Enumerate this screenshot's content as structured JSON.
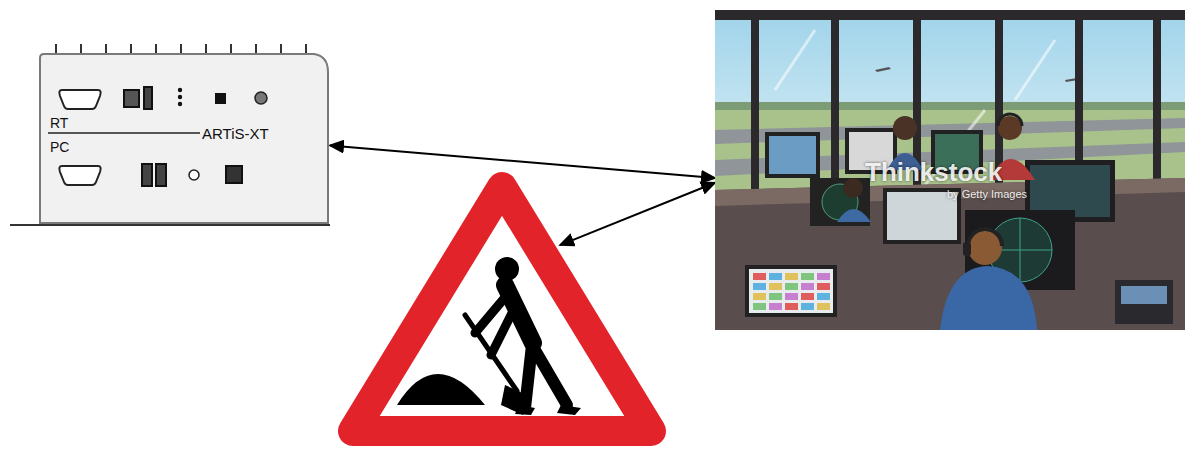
{
  "diagram": {
    "nodes": [
      {
        "text": [
          "RT",
          "ARTiS-XT",
          "PC"
        ]
      },
      {
        "text": []
      },
      {
        "text": [
          "Thinkstock",
          "by Getty Images"
        ]
      }
    ],
    "edges": [
      {
        "from": 0,
        "to": 2,
        "arrow": "both"
      },
      {
        "from": 1,
        "to": 2,
        "arrow": "both"
      }
    ]
  }
}
